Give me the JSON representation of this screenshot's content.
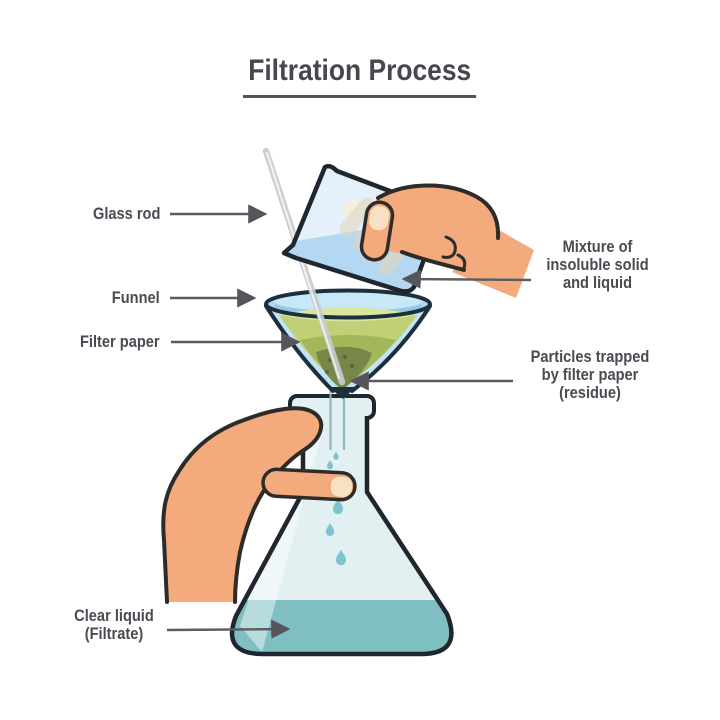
{
  "title": {
    "text": "Filtration Process"
  },
  "callouts": {
    "glass_rod": {
      "label": "Glass rod"
    },
    "funnel": {
      "label": "Funnel"
    },
    "filter_paper": {
      "label": "Filter paper"
    },
    "mixture": {
      "line1": "Mixture of",
      "line2": "insoluble solid",
      "line3": "and liquid"
    },
    "particles": {
      "line1": "Particles trapped",
      "line2": "by filter paper",
      "line3": "(residue)"
    },
    "filtrate": {
      "line1": "Clear liquid",
      "line2": "(Filtrate)"
    }
  },
  "colors": {
    "label_text": "#4a4a52",
    "arrow": "#5b5b61",
    "outline": "#20262e",
    "funnel_outline": "#1b303c",
    "skin": "#f3aa7d",
    "skin_nail": "#f7e0c3",
    "beaker_glass": "#e4f1fb",
    "beaker_liquid": "#b4d8f2",
    "funnel_rim": "#aed8ef",
    "filter_paper_light": "#dae59d",
    "filter_paper": "#bfd077",
    "filter_paper_dark": "#9fb457",
    "residue": "#77874a",
    "flask_glass": "#e2f0f2",
    "filtrate_liquid": "#7fbfc2",
    "drop": "#7fc3cf",
    "glass_rod": "#c9cbd0"
  }
}
